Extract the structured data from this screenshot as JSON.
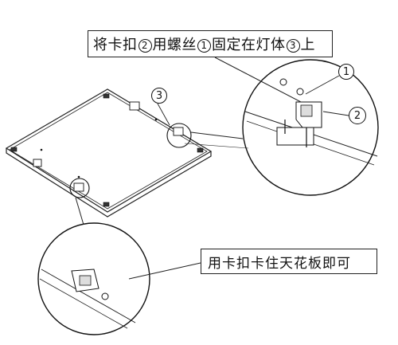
{
  "callout_top": {
    "pre": "将卡扣",
    "num_a": "2",
    "mid": "用螺丝",
    "num_b": "1",
    "mid2": "固定在灯体",
    "num_c": "3",
    "post": "上"
  },
  "callout_bottom": {
    "text": "用卡扣卡住天花板即可"
  },
  "markers": {
    "panel_marker": "3",
    "screw_marker": "1",
    "clip_marker": "2"
  }
}
